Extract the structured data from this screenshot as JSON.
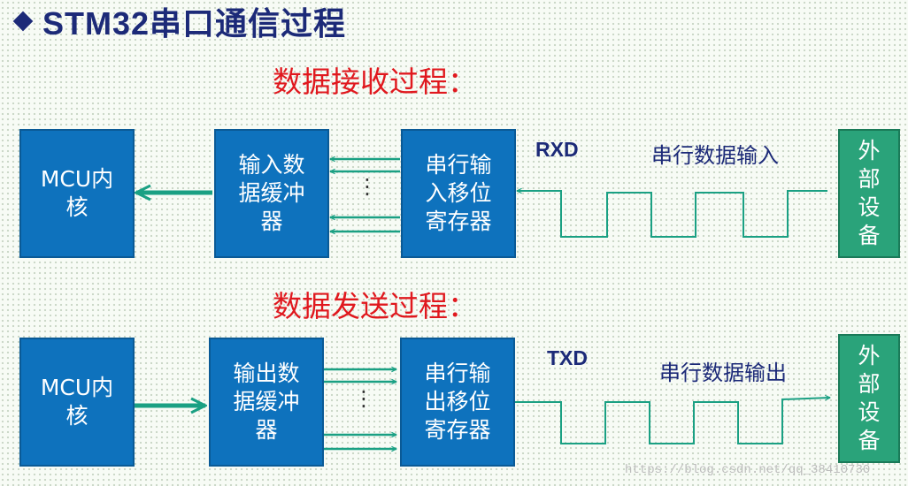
{
  "title": "STM32串口通信过程",
  "receive": {
    "heading": "数据接收过程：",
    "mcu_label": "MCU内核",
    "buffer_label": "输入数据缓冲器",
    "shift_register_label": "串行输入移位寄存器",
    "pin_label": "RXD",
    "signal_label": "串行数据输入",
    "device_label": "外部设备"
  },
  "transmit": {
    "heading": "数据发送过程：",
    "mcu_label": "MCU内核",
    "buffer_label": "输出数据缓冲器",
    "shift_register_label": "串行输出移位寄存器",
    "pin_label": "TXD",
    "signal_label": "串行数据输出",
    "device_label": "外部设备"
  },
  "ellipsis": "⋮",
  "watermark": "https://blog.csdn.net/qq_38410730",
  "colors": {
    "title": "#1c2a78",
    "heading": "#e0181e",
    "box_blue": "#0e72bd",
    "box_green": "#2aa37a",
    "arrow": "#1aa083"
  }
}
